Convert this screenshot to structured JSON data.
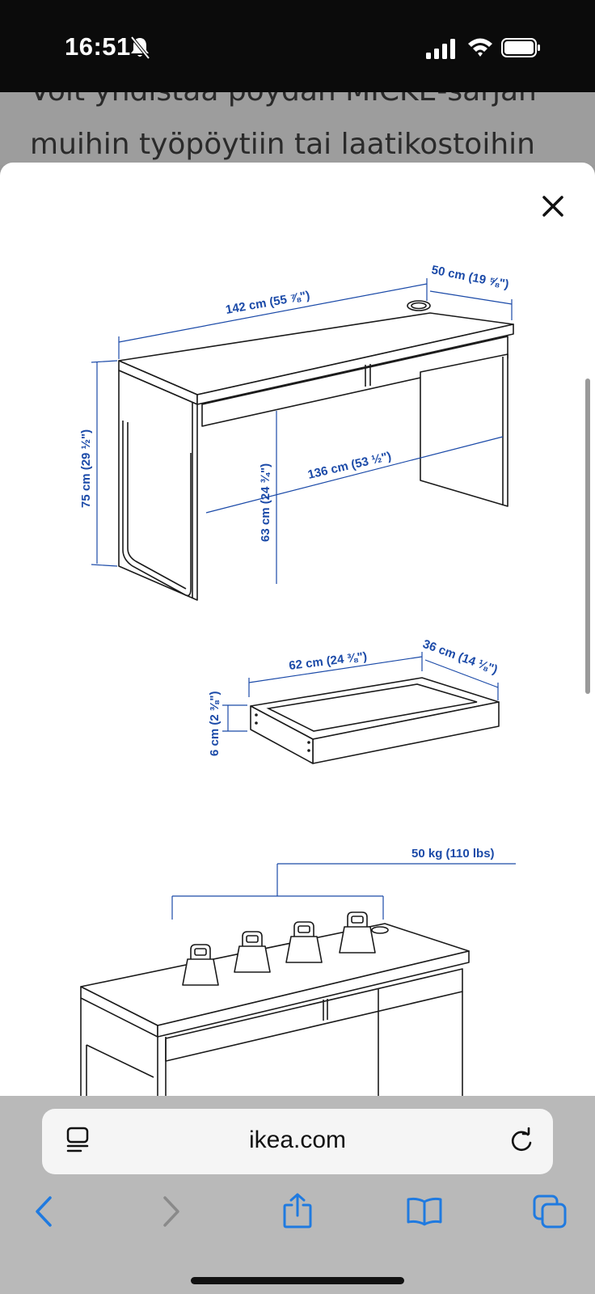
{
  "status_bar": {
    "time": "16:51",
    "icons": [
      "bell-slash-icon",
      "signal-icon",
      "wifi-icon",
      "battery-icon"
    ]
  },
  "background_page": {
    "line1": "Voit yhdistää pöydän MICKE-sarjan",
    "line2": "muihin työpöytiin tai laatikostoihin"
  },
  "modal": {
    "close_icon": "close-icon",
    "desk_dimensions": {
      "width": "142 cm (55 ⅞\")",
      "depth": "50 cm (19 ⅝\")",
      "height": "75 cm (29 ½\")",
      "knee_height": "63 cm (24 ¾\")",
      "inner_width": "136 cm (53 ½\")"
    },
    "drawer_dimensions": {
      "width": "62 cm (24 ⅜\")",
      "depth": "36 cm (14 ⅛\")",
      "height": "6 cm (2 ⅜\")"
    },
    "load": {
      "max_load": "50 kg (110 lbs)"
    }
  },
  "browser": {
    "url": "ikea.com",
    "reader_icon": "reader-icon",
    "reload_icon": "reload-icon",
    "toolbar": [
      "back-icon",
      "forward-icon",
      "share-icon",
      "bookmarks-icon",
      "tabs-icon"
    ]
  },
  "colors": {
    "accent": "#1b4aa8",
    "ios_blue": "#1f7ae0"
  }
}
